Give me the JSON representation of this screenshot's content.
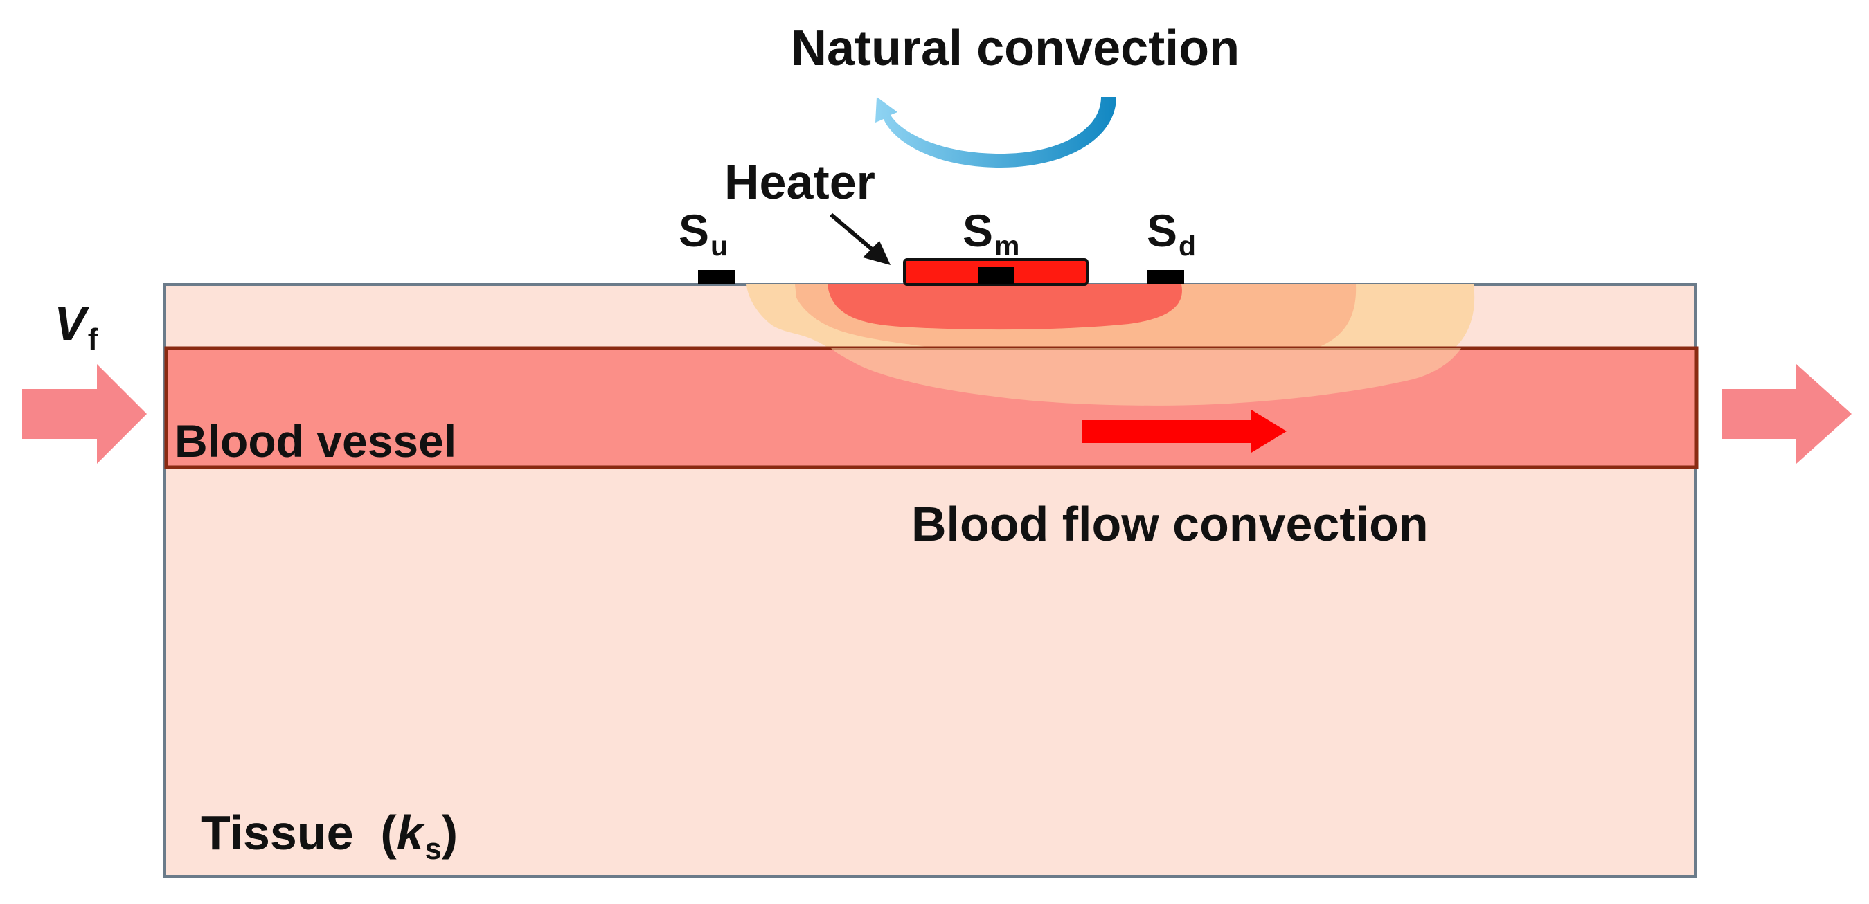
{
  "labels": {
    "natural_convection": "Natural convection",
    "heater": "Heater",
    "sensor_upstream": {
      "main": "S",
      "sub": "u"
    },
    "sensor_middle": {
      "main": "S",
      "sub": "m"
    },
    "sensor_downstream": {
      "main": "S",
      "sub": "d"
    },
    "flow_velocity": {
      "main": "V",
      "sub": "f"
    },
    "blood_vessel": "Blood vessel",
    "blood_flow_convection": "Blood flow convection",
    "tissue": {
      "prefix": "Tissue  (",
      "symbol": "k",
      "sub": "s",
      "suffix": ")"
    }
  },
  "colors": {
    "tissue_fill": "#fde2d8",
    "tissue_border": "#6b7b8a",
    "vessel_fill": "#fb8f88",
    "vessel_border": "#8a2a12",
    "heater_fill": "#ff1a10",
    "sensor_fill": "#000000",
    "flow_arrow": "#ff0000",
    "side_arrows": "#f7868a",
    "natural_convection_arrow": "#29a6d9",
    "heat_plume_outer": "#fcd6a8",
    "heat_plume_mid": "#fbb88f",
    "heat_plume_inner": "#f96558"
  }
}
